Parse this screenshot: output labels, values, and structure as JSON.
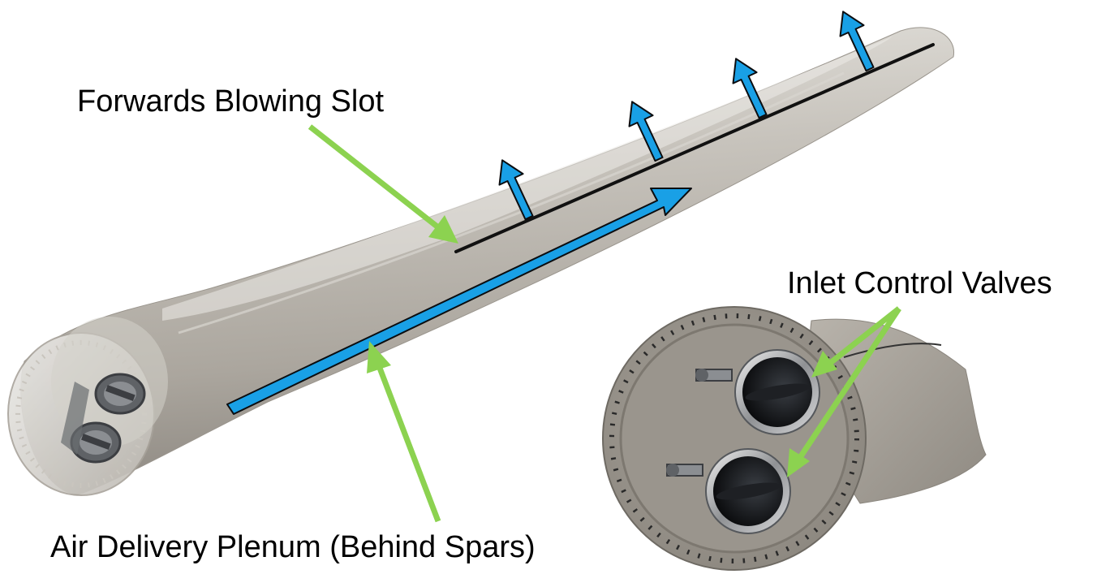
{
  "labels": {
    "forwards_blowing_slot": "Forwards Blowing Slot",
    "inlet_control_valves": "Inlet Control Valves",
    "air_delivery_plenum": "Air Delivery Plenum (Behind Spars)"
  },
  "colors": {
    "background": "#ffffff",
    "blade": "#b1aca4",
    "slot": "#111111",
    "airflow_arrow": "#19a0e6",
    "pointer_arrow": "#8cd250"
  },
  "airflow_arrow_count": 5
}
